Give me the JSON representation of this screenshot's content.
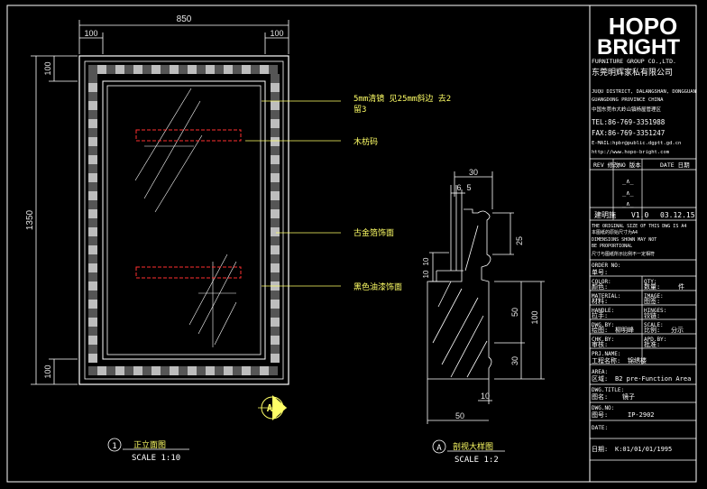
{
  "front_view": {
    "dims": {
      "width": "850",
      "height": "1350",
      "top_left": "100",
      "top_right": "100",
      "left_top": "100",
      "left_bottom": "100"
    },
    "callouts": {
      "mirror": "5mm清镜 见25mm斜边 去2",
      "mirror_line2": "留3",
      "wood_block": "木枋码",
      "gold_leaf": "古金箔饰面",
      "black_paint": "黑色油漆饰面"
    },
    "marker_letter": "A",
    "caption": {
      "number": "1",
      "title": "正立面图",
      "scale": "SCALE 1:10"
    }
  },
  "section_view": {
    "dims": {
      "top": "30",
      "d1": "6",
      "d2": "5",
      "h25": "25",
      "h10a": "10",
      "h10b": "10",
      "h50": "50",
      "h30": "30",
      "h100": "100",
      "bottom10": "10",
      "bottom50": "50"
    },
    "caption": {
      "letter": "A",
      "title": "剖视大样图",
      "scale": "SCALE 1:2"
    }
  },
  "title_block": {
    "logo_line1": "HOPO",
    "logo_line2": "BRIGHT",
    "group": "FURNITURE GROUP CO.,LTD.",
    "company_cn": "东莞明辉家私有限公司",
    "addr1": "JUQU DISTRICT, DALANGSHAN, DONGGUAN",
    "addr2": "GUANGDONG PROVINCE CHINA",
    "addr_cn": "中国东莞市大岭山镇杨屋管理区",
    "tel": "TEL:86-769-3351988",
    "fax": "FAX:86-769-3351247",
    "email": "E-MAIL:hpbr@public.dgptt.gd.cn",
    "web": "http://www.hopo-bright.com",
    "rev_header": [
      "REV 修改",
      "NO 版本",
      "DATE 日期"
    ],
    "rev_rows": [
      "_∧_",
      "_∧_",
      "_∧_"
    ],
    "rev_current": {
      "label": "建明施",
      "no": "V1.0",
      "date": "03.12.15"
    },
    "notes": [
      "THE ORIGINAL SIZE OF THIS DWG IS A4",
      "本图纸的原始尺寸为A4",
      "DIMENSIONS SHOWN MAY NOT",
      "BE PROPORTIONAL",
      "尺寸与图纸所示比例不一定相符"
    ],
    "order_no": "ORDER NO:",
    "order_cn": "单号:",
    "fields": [
      {
        "l": "COLOR:",
        "l_cn": "颜色:",
        "r": "QTY:",
        "r_cn": "数量:",
        "r_val": "件"
      },
      {
        "l": "MATERIAL:",
        "l_cn": "材料:",
        "r": "IMAGE:",
        "r_cn": "图签:"
      },
      {
        "l": "HANDLE:",
        "l_cn": "拉手:",
        "r": "HINGES:",
        "r_cn": "铰链:"
      },
      {
        "l": "DWG.BY:",
        "l_cn": "绘图:",
        "l_val": "柳明峰",
        "r": "SCALE:",
        "r_cn": "比例:",
        "r_val": "分示"
      },
      {
        "l": "CHK.BY:",
        "l_cn": "审核:",
        "r": "APD.BY:",
        "r_cn": "批准:"
      }
    ],
    "prj_name": "PRJ.NAME:",
    "prj_cn": "工程名称:",
    "prj_val": "锦绣楼",
    "area": "AREA:",
    "area_cn": "区域:",
    "area_val": "B2 pre-Function Area",
    "dwg_title": "DWG.TITLE:",
    "dwg_title_cn": "图名:",
    "dwg_title_val": "镜子",
    "dwg_no": "DWG.NO:",
    "dwg_no_cn": "图号:",
    "dwg_no_val": "IP-2902",
    "date": "DATE:",
    "date_cn": "日期:",
    "date_val": "K:01/01/01/1995"
  }
}
